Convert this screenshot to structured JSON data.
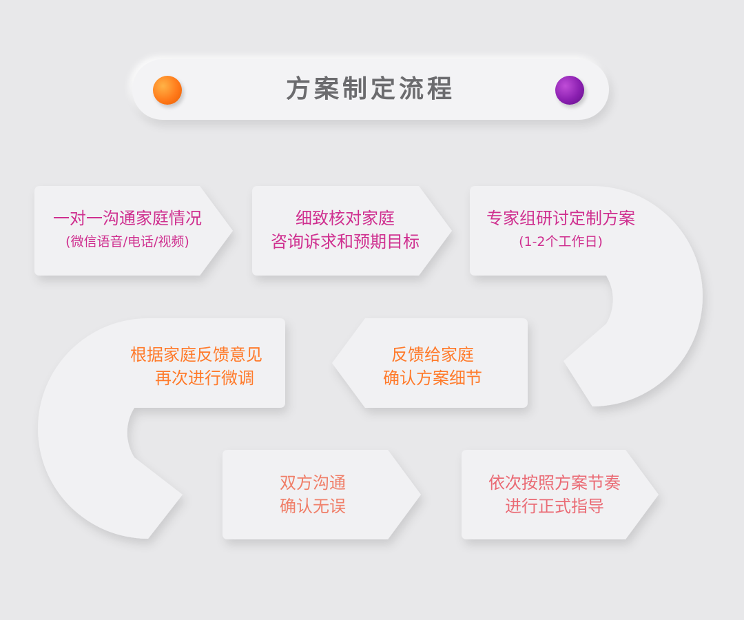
{
  "title": "方案制定流程",
  "colors": {
    "dot_left": "#ff7a1a",
    "dot_right": "#8a1fb0",
    "text_magenta": "#cf2f8f",
    "text_orange": "#ff7a2a",
    "text_salmon": "#f07e68",
    "text_coral": "#ea6a74",
    "card": "#f1f1f3",
    "background": "#e8e8ea"
  },
  "steps": [
    {
      "line1": "一对一沟通家庭情况",
      "line2": "(微信语音/电话/视频)"
    },
    {
      "line1": "细致核对家庭",
      "line2": "咨询诉求和预期目标"
    },
    {
      "line1": "专家组研讨定制方案",
      "line2": "(1-2个工作日)"
    },
    {
      "line1": "反馈给家庭",
      "line2": "确认方案细节"
    },
    {
      "line1": "根据家庭反馈意见",
      "line2": "再次进行微调"
    },
    {
      "line1": "双方沟通",
      "line2": "确认无误"
    },
    {
      "line1": "依次按照方案节奏",
      "line2": "进行正式指导"
    }
  ]
}
